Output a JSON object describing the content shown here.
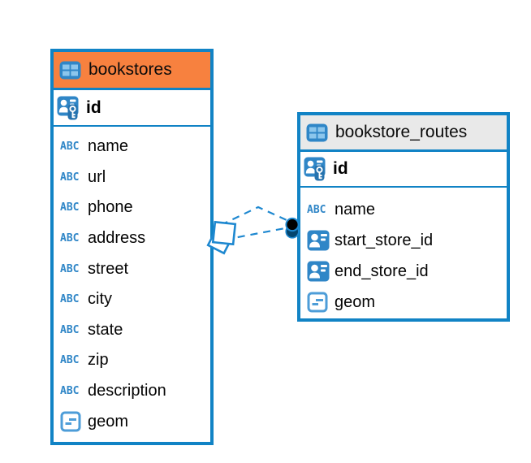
{
  "app": {
    "view": "er-diagram",
    "description_not_rendered": "",
    "background_color": "#ffffff"
  },
  "colors": {
    "table_border": "#1183C5",
    "selected_header": "#F7813F",
    "plain_header": "#E9E9E9",
    "icon_blue": "#2F86C7",
    "icon_light_blue": "#8CC6EC",
    "geometry_icon_blue": "#4D9DD8",
    "relationship_line": "#1E88D0",
    "text": "#000000"
  },
  "icons": {
    "text_glyph": "ABC"
  },
  "tables": [
    {
      "title": "bookstores",
      "selected": true,
      "header_color": "#F7813F",
      "columns": [
        {
          "name": "id",
          "icon": "primary-key-icon"
        },
        {
          "name": "name",
          "icon": "text-icon"
        },
        {
          "name": "url",
          "icon": "text-icon"
        },
        {
          "name": "phone",
          "icon": "text-icon"
        },
        {
          "name": "address",
          "icon": "text-icon"
        },
        {
          "name": "street",
          "icon": "text-icon"
        },
        {
          "name": "city",
          "icon": "text-icon"
        },
        {
          "name": "state",
          "icon": "text-icon"
        },
        {
          "name": "zip",
          "icon": "text-icon"
        },
        {
          "name": "description",
          "icon": "text-icon"
        },
        {
          "name": "geom",
          "icon": "geometry-icon"
        }
      ]
    },
    {
      "title": "bookstore_routes",
      "selected": false,
      "header_color": "#E9E9E9",
      "columns": [
        {
          "name": "id",
          "icon": "primary-key-icon"
        },
        {
          "name": "name",
          "icon": "text-icon"
        },
        {
          "name": "start_store_id",
          "icon": "foreign-key-icon"
        },
        {
          "name": "end_store_id",
          "icon": "foreign-key-icon"
        },
        {
          "name": "geom",
          "icon": "geometry-icon"
        }
      ]
    }
  ],
  "relationships": [
    {
      "from_table": "bookstores",
      "from_column": "id",
      "to_table": "bookstore_routes",
      "to_columns": [
        "start_store_id",
        "end_store_id"
      ],
      "line_style": "dashed",
      "line_color": "#1E88D0",
      "from_endpoint": "stacked-diamonds",
      "to_endpoint": "stacked-filled-circles"
    }
  ]
}
